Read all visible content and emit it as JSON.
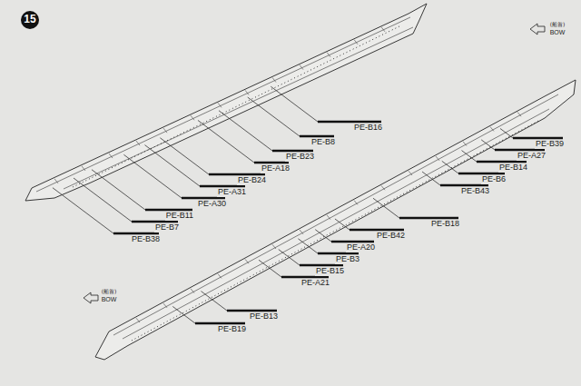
{
  "diagram": {
    "labels": [
      "15",
      "(船首)",
      "BOW",
      "PE-B16",
      "PE-B8",
      "PE-B23",
      "PE-A18",
      "PE-B24",
      "PE-A31",
      "PE-A30",
      "PE-B11",
      "PE-B7",
      "PE-B38",
      "PE-B39",
      "PE-A27",
      "PE-B14",
      "PE-B6",
      "PE-B43",
      "PE-B18",
      "PE-B42",
      "PE-A20",
      "PE-B3",
      "PE-B15",
      "PE-A21",
      "(船首)",
      "BOW",
      "PE-B13",
      "PE-B19"
    ]
  }
}
